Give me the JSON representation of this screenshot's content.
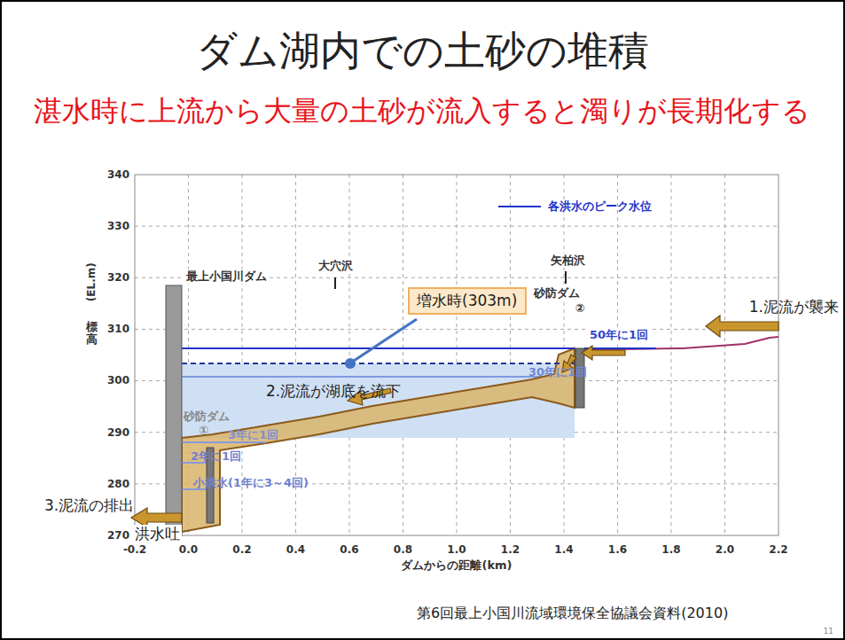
{
  "diagram": {
    "title": "ダム湖内での土砂の堆積",
    "nodes": [
      {
        "text": [
          "増水時(303m)"
        ]
      }
    ],
    "labels": [
      "湛水時に上流から大量の土砂が流入すると濁りが長期化する",
      "340",
      "330",
      "320",
      "310",
      "300",
      "290",
      "280",
      "270",
      "-0.2",
      "0.0",
      "0.2",
      "0.4",
      "0.6",
      "0.8",
      "1.0",
      "1.2",
      "1.4",
      "1.6",
      "1.8",
      "2.0",
      "2.2",
      "(EL.m)",
      "標高",
      "ダムからの距離(km)",
      "最上小国川ダム",
      "大穴沢",
      "矢柏沢",
      "砂防ダム",
      "②",
      "50年に1回",
      "30年に1回",
      "砂防ダム",
      "①",
      "3年に1回",
      "2年に1回",
      "小洪水(1年に3～4回)",
      "1.泥流が襲来",
      "2.泥流が湖底を流下",
      "3.泥流の排出",
      "洪水吐",
      "第6回最上小国川流域環境保全協議会資料(2010)",
      "11"
    ],
    "legend": [
      {
        "text": "各洪水のピーク水位"
      }
    ]
  }
}
